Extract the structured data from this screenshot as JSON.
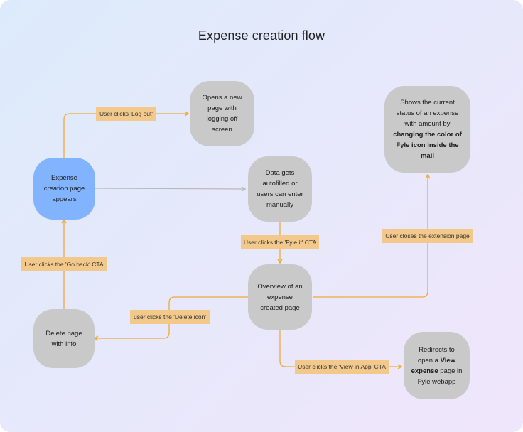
{
  "title": "Expense creation flow",
  "colors": {
    "node_gray": "#c9c9c9",
    "node_blue": "#82b3ff",
    "label_bg": "#f2c98b",
    "arrow_orange": "#f0a93a",
    "arrow_gray": "#b8b8b8"
  },
  "nodes": {
    "expense_creation": "Expense creation page appears",
    "logout_screen": "Opens a new page with logging off screen",
    "autofill": "Data gets autofilled or users can enter manually",
    "overview": "Overview of an expense created page",
    "status": {
      "text1": "Shows the current status of an expense with amount by ",
      "bold": "changing the color of Fyle icon inside the mail"
    },
    "delete_page": "Delete page with info",
    "redirect": {
      "text1": "Redirects to open a ",
      "bold": "View expense",
      "text2": " page in Fyle webapp"
    }
  },
  "labels": {
    "logout": "User clicks 'Log out'",
    "fyle_it": "User clicks the 'Fyle it' CTA",
    "close_ext": "User closes the extension page",
    "go_back": "User clicks the 'Go back' CTA",
    "delete_icon": "user clicks the 'Delete icon'",
    "view_in_app": "User clicks the 'View in App' CTA"
  }
}
